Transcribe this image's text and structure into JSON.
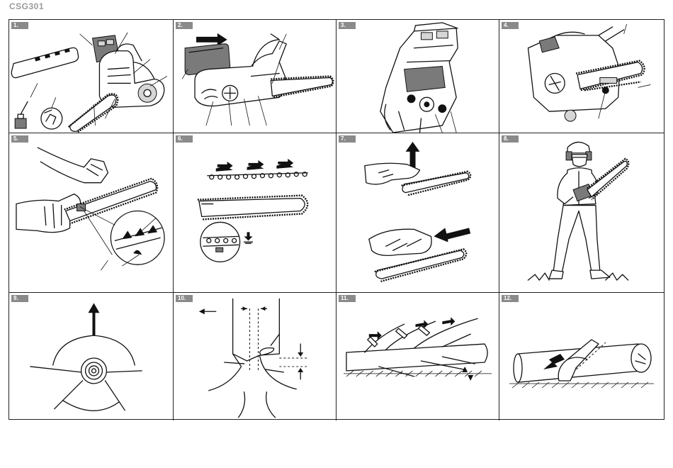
{
  "document": {
    "model": "CSG301"
  },
  "panels": [
    {
      "id": 1,
      "label": "1."
    },
    {
      "id": 2,
      "label": "2."
    },
    {
      "id": 3,
      "label": "3."
    },
    {
      "id": 4,
      "label": "4."
    },
    {
      "id": 5,
      "label": "5."
    },
    {
      "id": 6,
      "label": "6."
    },
    {
      "id": 7,
      "label": "7."
    },
    {
      "id": 8,
      "label": "8."
    },
    {
      "id": 9,
      "label": "9."
    },
    {
      "id": 10,
      "label": "10."
    },
    {
      "id": 11,
      "label": "11."
    },
    {
      "id": 12,
      "label": "12."
    }
  ]
}
